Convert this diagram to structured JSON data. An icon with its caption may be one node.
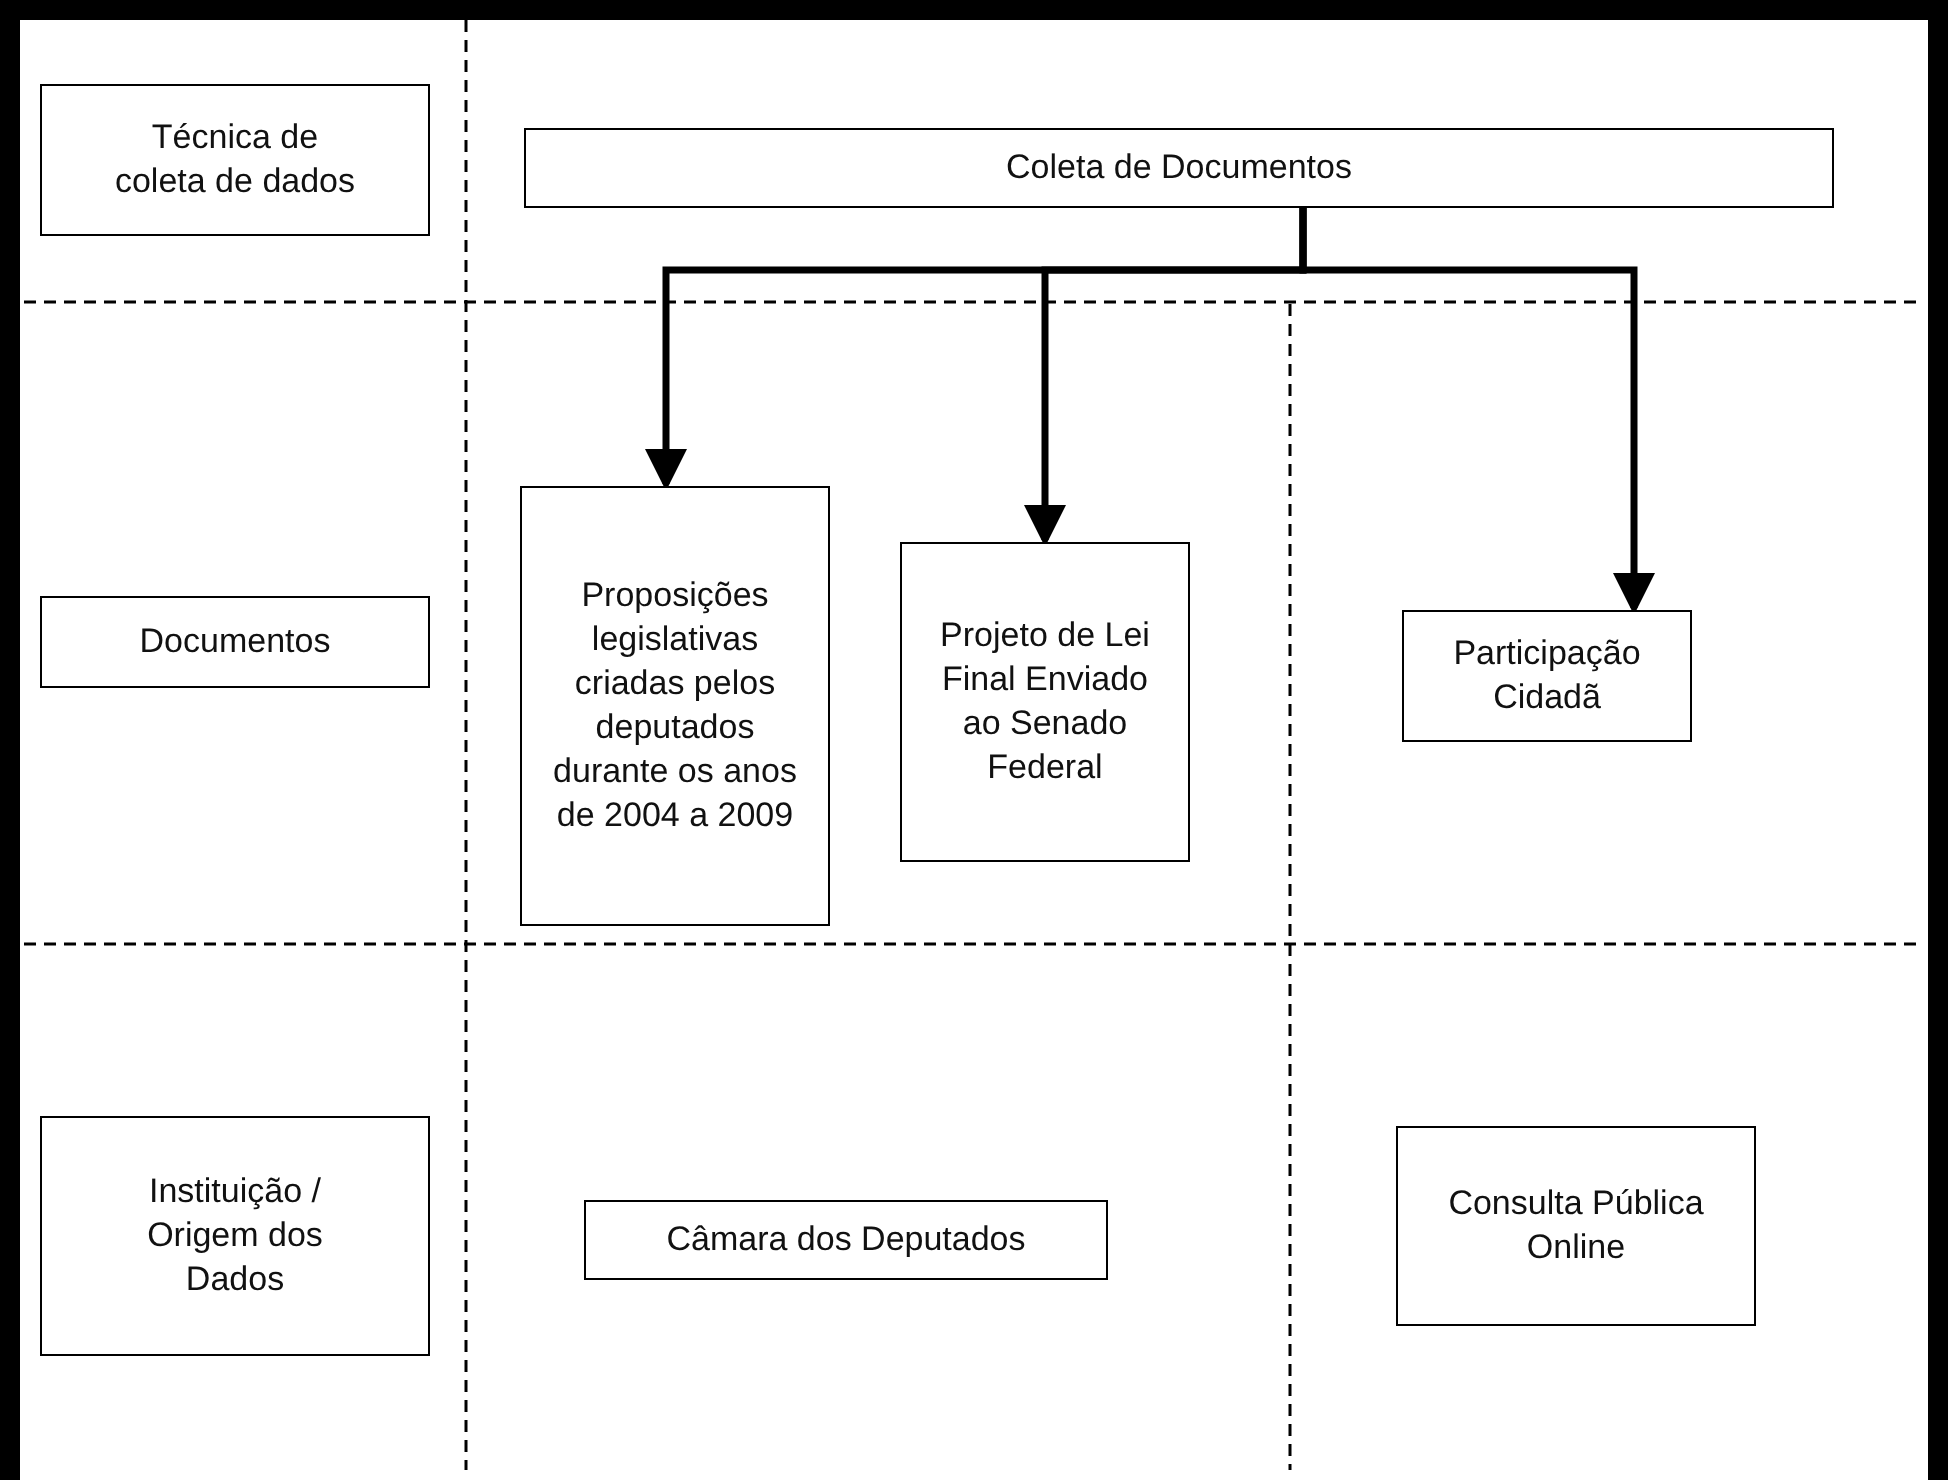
{
  "diagram": {
    "nodes": [
      {
        "text": [
          "Técnica de coleta de dados"
        ]
      },
      {
        "text": [
          "Coleta de Documentos"
        ]
      },
      {
        "text": [
          "Documentos"
        ]
      },
      {
        "text": [
          "Proposições legislativas criadas pelos deputados durante os anos de 2004 a 2009"
        ]
      },
      {
        "text": [
          "Projeto de Lei Final Enviado ao Senado Federal"
        ]
      },
      {
        "text": [
          "Participação Cidadã"
        ]
      },
      {
        "text": [
          "Instituição / Origem dos Dados"
        ]
      },
      {
        "text": [
          "Câmara dos Deputados"
        ]
      },
      {
        "text": [
          "Consulta Pública Online"
        ]
      }
    ],
    "edges": [
      {
        "from": 1,
        "to": 3,
        "arrow": "to"
      },
      {
        "from": 1,
        "to": 4,
        "arrow": "to"
      },
      {
        "from": 1,
        "to": 5,
        "arrow": "to"
      }
    ]
  }
}
